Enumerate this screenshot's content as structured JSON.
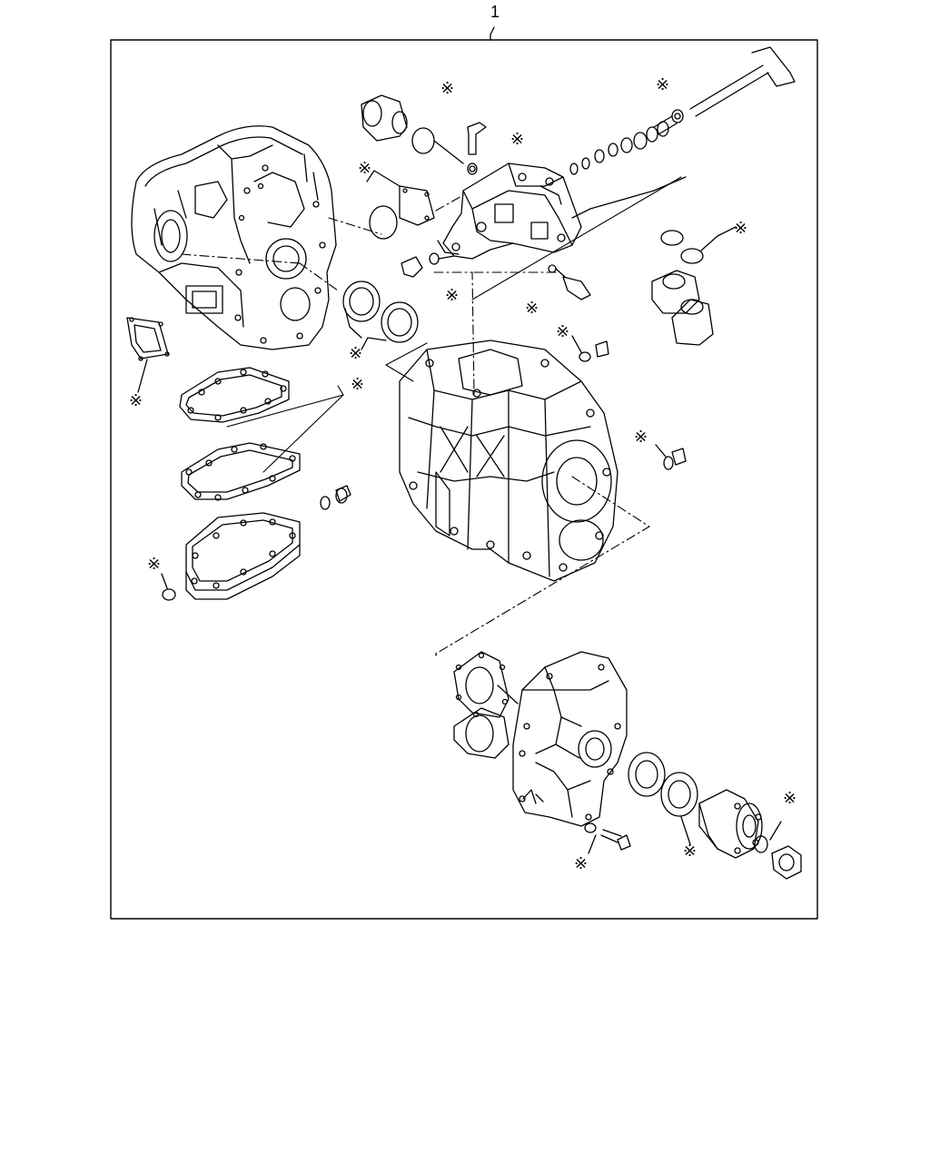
{
  "figure": {
    "item_number": "1",
    "marker_symbol": "※",
    "colors": {
      "line": "#000000",
      "background": "#ffffff"
    }
  },
  "parts": [
    {
      "name": "clutch-housing"
    },
    {
      "name": "shift-cover-assembly"
    },
    {
      "name": "shift-shaft"
    },
    {
      "name": "transmission-case"
    },
    {
      "name": "rear-cover"
    },
    {
      "name": "companion-flange"
    },
    {
      "name": "gaskets"
    },
    {
      "name": "oil-seals"
    },
    {
      "name": "o-rings"
    },
    {
      "name": "drain-plugs"
    }
  ]
}
